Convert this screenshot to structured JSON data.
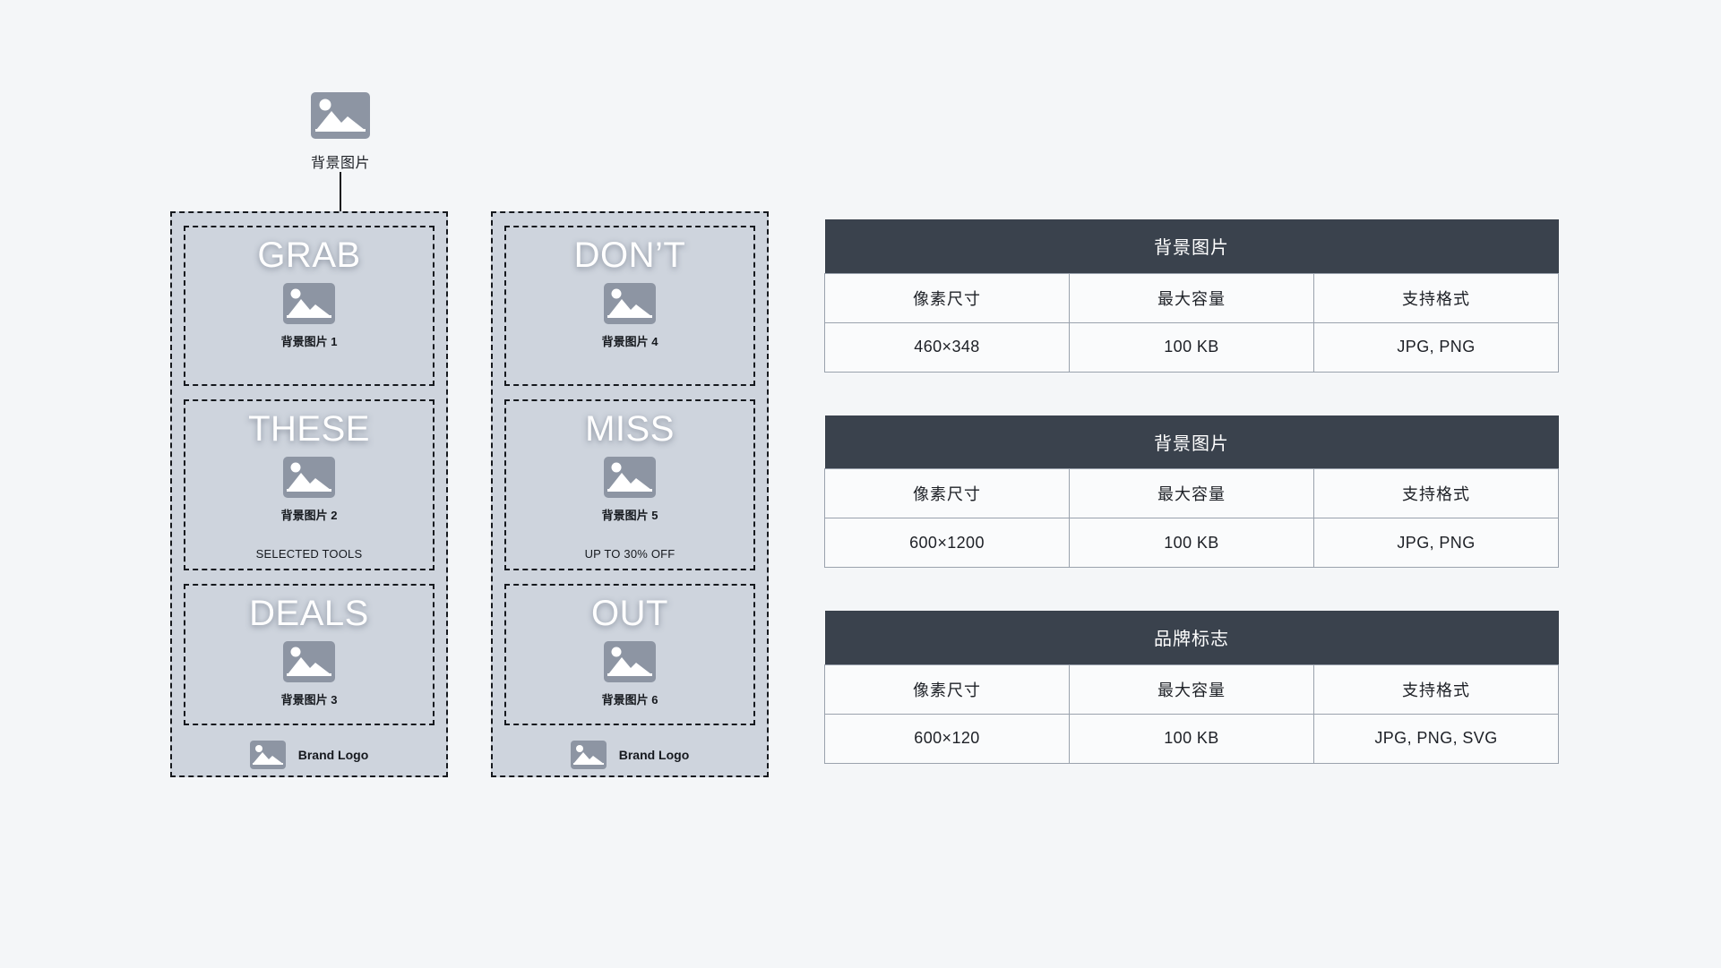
{
  "page": {
    "background": "#f4f6f8",
    "accent_dark": "#3a424d",
    "panel_fill": "#ced4dd",
    "icon_fill": "#8d95a3"
  },
  "source": {
    "icon": "image-placeholder-icon",
    "label": "背景图片",
    "arrow": "down-arrow-icon"
  },
  "panels": [
    {
      "name": "panel-left",
      "slots": [
        {
          "word": "GRAB",
          "icon": "image-placeholder-icon",
          "caption": "背景图片 1",
          "sub": ""
        },
        {
          "word": "THESE",
          "icon": "image-placeholder-icon",
          "caption": "背景图片 2",
          "sub": "SELECTED TOOLS"
        },
        {
          "word": "DEALS",
          "icon": "image-placeholder-icon",
          "caption": "背景图片 3",
          "sub": ""
        }
      ],
      "logo": {
        "icon": "image-placeholder-icon",
        "text": "Brand Logo"
      }
    },
    {
      "name": "panel-right",
      "slots": [
        {
          "word": "DON’T",
          "icon": "image-placeholder-icon",
          "caption": "背景图片 4",
          "sub": ""
        },
        {
          "word": "MISS",
          "icon": "image-placeholder-icon",
          "caption": "背景图片 5",
          "sub": "UP TO 30% OFF"
        },
        {
          "word": "OUT",
          "icon": "image-placeholder-icon",
          "caption": "背景图片 6",
          "sub": ""
        }
      ],
      "logo": {
        "icon": "image-placeholder-icon",
        "text": "Brand Logo"
      }
    }
  ],
  "tables": [
    {
      "title": "背景图片",
      "columns": [
        "像素尺寸",
        "最大容量",
        "支持格式"
      ],
      "values": [
        "460×348",
        "100 KB",
        "JPG, PNG"
      ]
    },
    {
      "title": "背景图片",
      "columns": [
        "像素尺寸",
        "最大容量",
        "支持格式"
      ],
      "values": [
        "600×1200",
        "100 KB",
        "JPG, PNG"
      ]
    },
    {
      "title": "品牌标志",
      "columns": [
        "像素尺寸",
        "最大容量",
        "支持格式"
      ],
      "values": [
        "600×120",
        "100 KB",
        "JPG, PNG, SVG"
      ]
    }
  ]
}
